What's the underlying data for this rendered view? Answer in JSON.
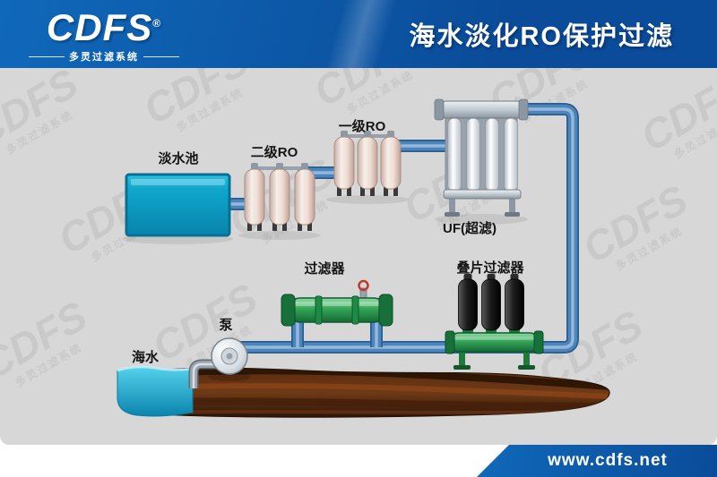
{
  "header": {
    "logo_text": "CDFS",
    "logo_reg": "®",
    "logo_subtext": "多灵过滤系统",
    "title": "海水淡化RO保护过滤"
  },
  "watermark": {
    "text": "CDFS",
    "subtext": "多灵过滤系统"
  },
  "diagram": {
    "labels": {
      "fresh_water_tank": "淡水池",
      "secondary_ro": "二级RO",
      "primary_ro": "一级RO",
      "uf": "UF(超滤)",
      "filter": "过滤器",
      "disc_filter": "叠片过滤器",
      "pump": "泵",
      "seawater": "海水"
    }
  },
  "colors": {
    "header_blue": "#1068ba",
    "header_blue_dark": "#0a4c99",
    "pipe_blue": "#4d84ba",
    "tank_cyan": "#0fa6cd",
    "equipment_green": "#2f9e52",
    "vessel_pink": "#eeddd4",
    "ground_brown": "#5b2c10",
    "water_cyan": "#2cc0e0"
  },
  "footer": {
    "url": "www.cdfs.net"
  }
}
